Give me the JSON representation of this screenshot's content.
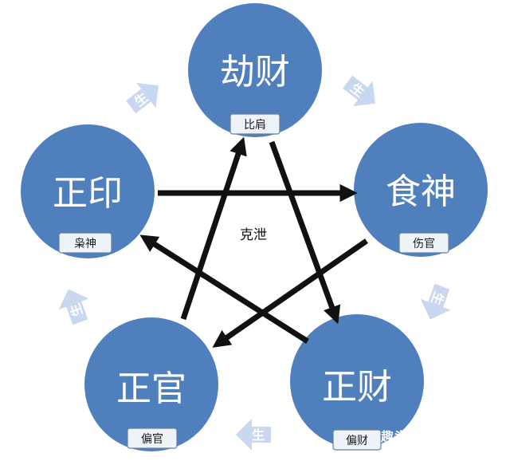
{
  "nodes": {
    "top": {
      "title": "劫财",
      "badge": "比肩"
    },
    "right": {
      "title": "食神",
      "badge": "伤官"
    },
    "bottom_right": {
      "title": "正财",
      "badge": "偏财"
    },
    "bottom_left": {
      "title": "正官",
      "badge": "偏官"
    },
    "left": {
      "title": "正印",
      "badge": "枭神"
    }
  },
  "center_label": "克泄",
  "generation_label": "生",
  "watermark": "趣头条",
  "colors": {
    "node": "#4f80bd",
    "arrow_light": "#c9d8ee",
    "star": "#111111"
  }
}
